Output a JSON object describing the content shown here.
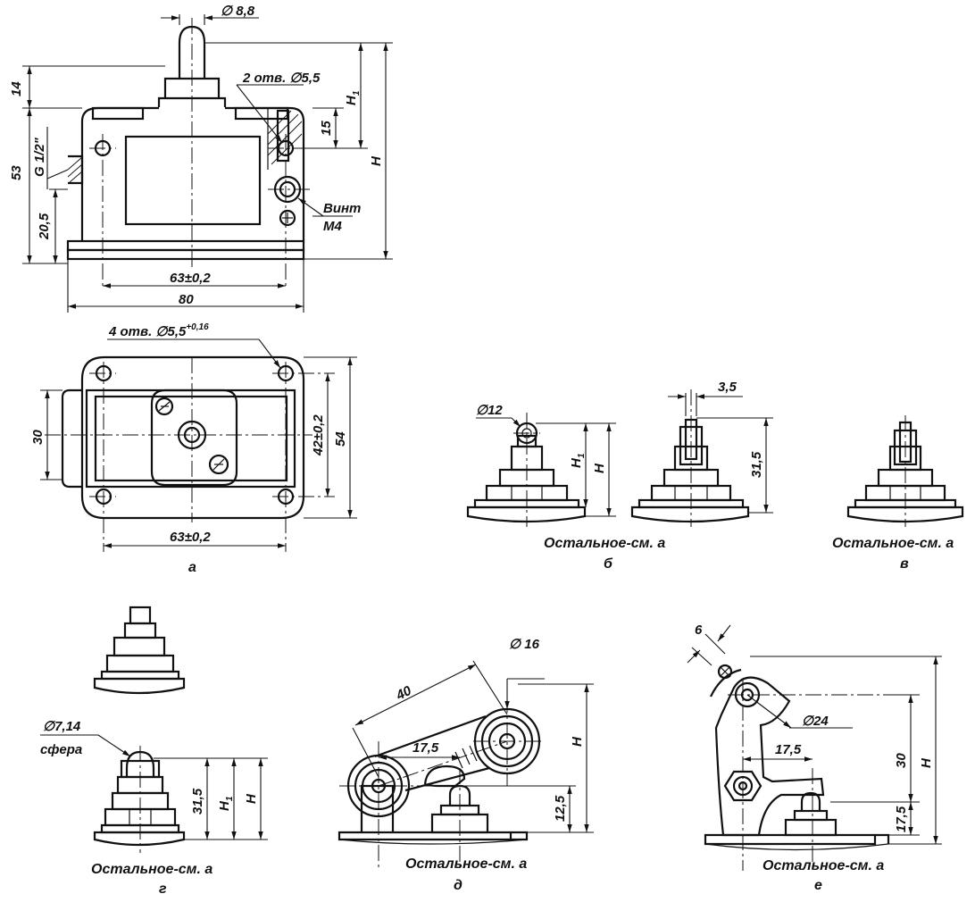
{
  "view_a": {
    "diam_plunger": "∅ 8,8",
    "dim_14": "14",
    "dim_53": "53",
    "thread": "G 1/2\"",
    "dim_20_5": "20,5",
    "holes_2": "2 отв. ∅5,5",
    "dim_H1": "H",
    "dim_H1_sub": "1",
    "dim_15": "15",
    "dim_H": "H",
    "screw_1": "Винт",
    "screw_2": "М4",
    "dim_63": "63±0,2",
    "dim_80": "80",
    "holes_4": "4 отв. ∅5,5",
    "holes_4_tol": "+0,16",
    "dim_30": "30",
    "dim_42": "42±0,2",
    "dim_54": "54",
    "dim_63_bottom": "63±0,2",
    "caption": "а"
  },
  "view_b": {
    "diam": "∅12",
    "dim_H1": "H",
    "dim_H1_sub": "1",
    "dim_H": "H",
    "dim_3_5": "3,5",
    "dim_31_5": "31,5",
    "note": "Остальное-см. а",
    "caption": "б"
  },
  "view_v": {
    "note": "Остальное-см. а",
    "caption": "в"
  },
  "view_g": {
    "diam": "∅7,14",
    "sphere": "сфера",
    "dim_31_5": "31,5",
    "dim_H1": "H",
    "dim_H1_sub": "1",
    "dim_H": "H",
    "note": "Остальное-см. а",
    "caption": "г"
  },
  "view_d": {
    "dim_40": "40",
    "diam": "∅ 16",
    "dim_17_5": "17,5",
    "dim_H": "H",
    "dim_12_5": "12,5",
    "note": "Остальное-см. а",
    "caption": "д"
  },
  "view_e": {
    "dim_6": "6",
    "diam": "∅24",
    "dim_17_5": "17,5",
    "dim_30": "30",
    "dim_H": "H",
    "dim_17_5_b": "17,5",
    "note": "Остальное-см. а",
    "caption": "е"
  }
}
